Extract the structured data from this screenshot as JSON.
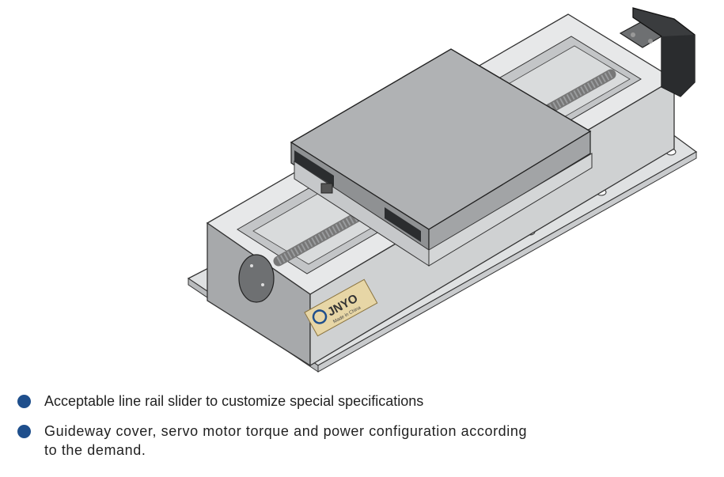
{
  "product": {
    "brand": "JNYO",
    "plate_subtext": "Made in China",
    "accent_color": "#1f4f8c"
  },
  "features": [
    {
      "text": "Acceptable line rail slider to customize special specifications"
    },
    {
      "text": "Guideway cover, servo motor torque and power configuration according to the demand."
    }
  ]
}
